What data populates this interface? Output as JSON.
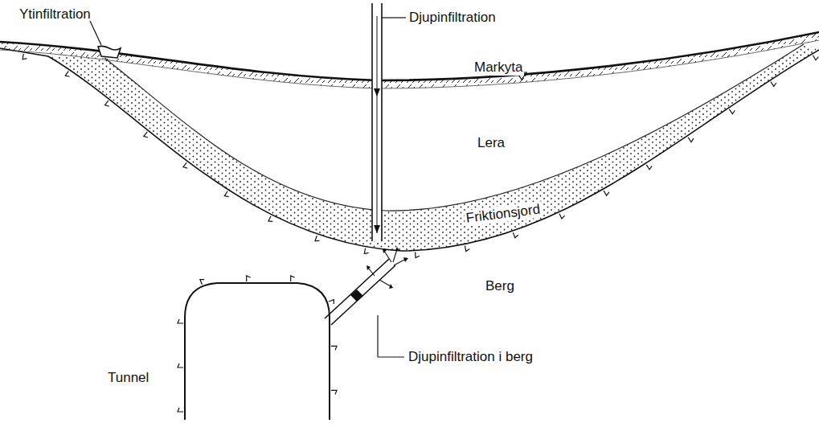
{
  "diagram": {
    "labels": [
      "Ytinfiltration",
      "Djupinfiltration",
      "Markyta",
      "Lera",
      "Friktionsjord",
      "Berg",
      "Djupinfiltration i berg",
      "Tunnel"
    ]
  }
}
